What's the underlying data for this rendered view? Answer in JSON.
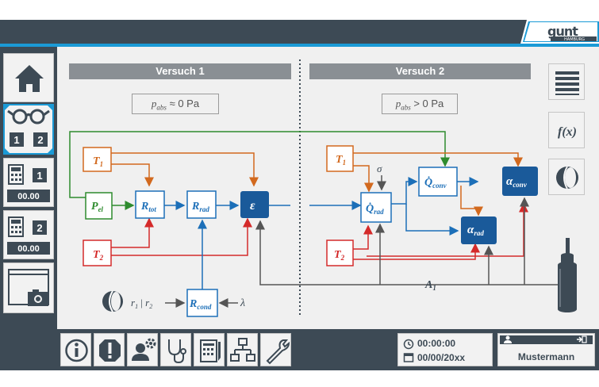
{
  "header": {
    "logo": "gunt",
    "logo_sub": "HAMBURG"
  },
  "sidebar": {
    "items": [
      {
        "name": "home",
        "icon": "home-icon"
      },
      {
        "name": "experiment",
        "icon": "glasses-icon",
        "badges": [
          "1",
          "2"
        ]
      },
      {
        "name": "calculator-1",
        "icon": "calculator-icon",
        "badge": "1",
        "value": "00.00"
      },
      {
        "name": "calculator-2",
        "icon": "calculator-icon",
        "badge": "2",
        "value": "00.00"
      },
      {
        "name": "screenshot",
        "icon": "camera-window-icon"
      }
    ]
  },
  "experiments": {
    "left": {
      "title": "Versuch 1",
      "condition_sym": "p",
      "condition_sub": "abs",
      "condition_rel": "≈",
      "condition_val": "0 Pa"
    },
    "right": {
      "title": "Versuch 2",
      "condition_sym": "p",
      "condition_sub": "abs",
      "condition_rel": ">",
      "condition_val": "0 Pa"
    }
  },
  "diagram": {
    "left": {
      "t1": {
        "sym": "T",
        "sub": "1"
      },
      "t2": {
        "sym": "T",
        "sub": "2"
      },
      "pel": {
        "sym": "P",
        "sub": "el"
      },
      "rtot": {
        "sym": "R",
        "sub": "tot"
      },
      "rrad": {
        "sym": "R",
        "sub": "rad"
      },
      "eps": {
        "sym": "ε"
      },
      "rcond": {
        "sym": "R",
        "sub": "cond"
      },
      "r_label_a": "r",
      "r_label_a_sub": "1",
      "r_sep": " | ",
      "r_label_b": "r",
      "r_label_b_sub": "2",
      "lambda": "λ"
    },
    "right": {
      "t1": {
        "sym": "T",
        "sub": "1"
      },
      "t2": {
        "sym": "T",
        "sub": "2"
      },
      "sigma": "σ",
      "qrad": {
        "sym": "Q̇",
        "sub": "rad"
      },
      "qconv": {
        "sym": "Q̇",
        "sub": "conv"
      },
      "aconv": {
        "sym": "α",
        "sub": "conv"
      },
      "arad": {
        "sym": "α",
        "sub": "rad"
      },
      "a1": {
        "sym": "A",
        "sub": "1"
      }
    }
  },
  "right_tools": [
    {
      "name": "list",
      "icon": "list-icon"
    },
    {
      "name": "function",
      "icon": "function-icon",
      "label": "f(x)"
    },
    {
      "name": "sphere",
      "icon": "sphere-icon"
    }
  ],
  "bottom": {
    "buttons": [
      {
        "name": "info",
        "icon": "info-icon"
      },
      {
        "name": "alert",
        "icon": "alert-icon"
      },
      {
        "name": "user-settings",
        "icon": "user-gear-icon"
      },
      {
        "name": "diagnostics",
        "icon": "stethoscope-icon"
      },
      {
        "name": "data-sheet",
        "icon": "data-sheet-icon"
      },
      {
        "name": "network",
        "icon": "network-icon"
      },
      {
        "name": "tools",
        "icon": "wrench-icon"
      }
    ],
    "time": "00:00:00",
    "date": "00/00/20xx",
    "user": "Mustermann"
  },
  "colors": {
    "dark": "#3d4a55",
    "accent": "#1b9ad6",
    "green": "#2e8b2e",
    "orange": "#d2691e",
    "red": "#d42a2a",
    "blue": "#1c6fb8",
    "navy": "#1a5a9a"
  }
}
